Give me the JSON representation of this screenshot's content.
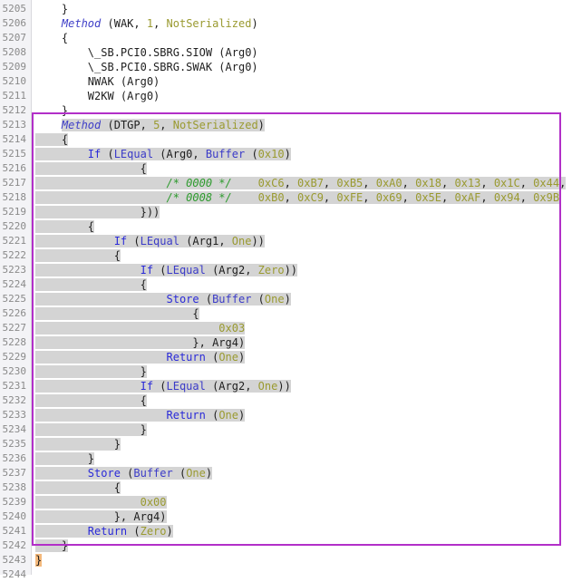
{
  "lines": [
    {
      "n": "5205",
      "tokens": [
        {
          "t": "    }",
          "c": "p"
        }
      ]
    },
    {
      "n": "5206",
      "tokens": [
        {
          "t": "    ",
          "c": "p"
        },
        {
          "t": "Method",
          "c": "m"
        },
        {
          "t": " (WAK, ",
          "c": "p"
        },
        {
          "t": "1",
          "c": "n"
        },
        {
          "t": ", ",
          "c": "p"
        },
        {
          "t": "NotSerialized",
          "c": "n"
        },
        {
          "t": ")",
          "c": "p"
        }
      ]
    },
    {
      "n": "5207",
      "tokens": [
        {
          "t": "    {",
          "c": "p"
        }
      ]
    },
    {
      "n": "5208",
      "tokens": [
        {
          "t": "        \\_SB.PCI0.SBRG.SIOW (Arg0)",
          "c": "p"
        }
      ]
    },
    {
      "n": "5209",
      "tokens": [
        {
          "t": "        \\_SB.PCI0.SBRG.SWAK (Arg0)",
          "c": "p"
        }
      ]
    },
    {
      "n": "5210",
      "tokens": [
        {
          "t": "        NWAK (Arg0)",
          "c": "p"
        }
      ]
    },
    {
      "n": "5211",
      "tokens": [
        {
          "t": "        W2KW (Arg0)",
          "c": "p"
        }
      ]
    },
    {
      "n": "5212",
      "tokens": [
        {
          "t": "    }",
          "c": "p"
        }
      ]
    },
    {
      "n": "5213",
      "tokens": [
        {
          "t": "    ",
          "c": "p"
        },
        {
          "t": "Method",
          "c": "m",
          "h": 1
        },
        {
          "t": " (DTGP, ",
          "c": "p",
          "h": 1
        },
        {
          "t": "5",
          "c": "n",
          "h": 1
        },
        {
          "t": ", ",
          "c": "p",
          "h": 1
        },
        {
          "t": "NotSerialized",
          "c": "n",
          "h": 1
        },
        {
          "t": ")",
          "c": "p",
          "h": 1
        }
      ]
    },
    {
      "n": "5214",
      "tokens": [
        {
          "t": "    {",
          "c": "p",
          "h": 1
        }
      ]
    },
    {
      "n": "5215",
      "tokens": [
        {
          "t": "        ",
          "c": "p",
          "h": 1
        },
        {
          "t": "If",
          "c": "k",
          "h": 1
        },
        {
          "t": " (",
          "c": "p",
          "h": 1
        },
        {
          "t": "LEqual",
          "c": "f",
          "h": 1
        },
        {
          "t": " (Arg0, ",
          "c": "p",
          "h": 1
        },
        {
          "t": "Buffer",
          "c": "f",
          "h": 1
        },
        {
          "t": " (",
          "c": "p",
          "h": 1
        },
        {
          "t": "0x10",
          "c": "n",
          "h": 1
        },
        {
          "t": ")",
          "c": "p",
          "h": 1
        }
      ]
    },
    {
      "n": "5216",
      "tokens": [
        {
          "t": "                {",
          "c": "p",
          "h": 1
        }
      ]
    },
    {
      "n": "5217",
      "tokens": [
        {
          "t": "                    ",
          "c": "p",
          "h": 1
        },
        {
          "t": "/* 0000 */",
          "c": "c",
          "h": 1
        },
        {
          "t": "    ",
          "c": "p",
          "h": 1
        },
        {
          "t": "0xC6",
          "c": "n",
          "h": 1
        },
        {
          "t": ", ",
          "c": "p",
          "h": 1
        },
        {
          "t": "0xB7",
          "c": "n",
          "h": 1
        },
        {
          "t": ", ",
          "c": "p",
          "h": 1
        },
        {
          "t": "0xB5",
          "c": "n",
          "h": 1
        },
        {
          "t": ", ",
          "c": "p",
          "h": 1
        },
        {
          "t": "0xA0",
          "c": "n",
          "h": 1
        },
        {
          "t": ", ",
          "c": "p",
          "h": 1
        },
        {
          "t": "0x18",
          "c": "n",
          "h": 1
        },
        {
          "t": ", ",
          "c": "p",
          "h": 1
        },
        {
          "t": "0x13",
          "c": "n",
          "h": 1
        },
        {
          "t": ", ",
          "c": "p",
          "h": 1
        },
        {
          "t": "0x1C",
          "c": "n",
          "h": 1
        },
        {
          "t": ", ",
          "c": "p",
          "h": 1
        },
        {
          "t": "0x44",
          "c": "n",
          "h": 1
        },
        {
          "t": ",",
          "c": "p",
          "h": 1
        }
      ]
    },
    {
      "n": "5218",
      "tokens": [
        {
          "t": "                    ",
          "c": "p",
          "h": 1
        },
        {
          "t": "/* 0008 */",
          "c": "c",
          "h": 1
        },
        {
          "t": "    ",
          "c": "p",
          "h": 1
        },
        {
          "t": "0xB0",
          "c": "n",
          "h": 1
        },
        {
          "t": ", ",
          "c": "p",
          "h": 1
        },
        {
          "t": "0xC9",
          "c": "n",
          "h": 1
        },
        {
          "t": ", ",
          "c": "p",
          "h": 1
        },
        {
          "t": "0xFE",
          "c": "n",
          "h": 1
        },
        {
          "t": ", ",
          "c": "p",
          "h": 1
        },
        {
          "t": "0x69",
          "c": "n",
          "h": 1
        },
        {
          "t": ", ",
          "c": "p",
          "h": 1
        },
        {
          "t": "0x5E",
          "c": "n",
          "h": 1
        },
        {
          "t": ", ",
          "c": "p",
          "h": 1
        },
        {
          "t": "0xAF",
          "c": "n",
          "h": 1
        },
        {
          "t": ", ",
          "c": "p",
          "h": 1
        },
        {
          "t": "0x94",
          "c": "n",
          "h": 1
        },
        {
          "t": ", ",
          "c": "p",
          "h": 1
        },
        {
          "t": "0x9B",
          "c": "n",
          "h": 1
        }
      ]
    },
    {
      "n": "5219",
      "tokens": [
        {
          "t": "                }))",
          "c": "p",
          "h": 1
        }
      ]
    },
    {
      "n": "5220",
      "tokens": [
        {
          "t": "        {",
          "c": "p",
          "h": 1
        }
      ]
    },
    {
      "n": "5221",
      "tokens": [
        {
          "t": "            ",
          "c": "p",
          "h": 1
        },
        {
          "t": "If",
          "c": "k",
          "h": 1
        },
        {
          "t": " (",
          "c": "p",
          "h": 1
        },
        {
          "t": "LEqual",
          "c": "f",
          "h": 1
        },
        {
          "t": " (Arg1, ",
          "c": "p",
          "h": 1
        },
        {
          "t": "One",
          "c": "n",
          "h": 1
        },
        {
          "t": "))",
          "c": "p",
          "h": 1
        }
      ]
    },
    {
      "n": "5222",
      "tokens": [
        {
          "t": "            {",
          "c": "p",
          "h": 1
        }
      ]
    },
    {
      "n": "5223",
      "tokens": [
        {
          "t": "                ",
          "c": "p",
          "h": 1
        },
        {
          "t": "If",
          "c": "k",
          "h": 1
        },
        {
          "t": " (",
          "c": "p",
          "h": 1
        },
        {
          "t": "LEqual",
          "c": "f",
          "h": 1
        },
        {
          "t": " (Arg2, ",
          "c": "p",
          "h": 1
        },
        {
          "t": "Zero",
          "c": "n",
          "h": 1
        },
        {
          "t": "))",
          "c": "p",
          "h": 1
        }
      ]
    },
    {
      "n": "5224",
      "tokens": [
        {
          "t": "                {",
          "c": "p",
          "h": 1
        }
      ]
    },
    {
      "n": "5225",
      "tokens": [
        {
          "t": "                    ",
          "c": "p",
          "h": 1
        },
        {
          "t": "Store",
          "c": "k",
          "h": 1
        },
        {
          "t": " (",
          "c": "p",
          "h": 1
        },
        {
          "t": "Buffer",
          "c": "f",
          "h": 1
        },
        {
          "t": " (",
          "c": "p",
          "h": 1
        },
        {
          "t": "One",
          "c": "n",
          "h": 1
        },
        {
          "t": ")",
          "c": "p",
          "h": 1
        }
      ]
    },
    {
      "n": "5226",
      "tokens": [
        {
          "t": "                        {",
          "c": "p",
          "h": 1
        }
      ]
    },
    {
      "n": "5227",
      "tokens": [
        {
          "t": "                            ",
          "c": "p",
          "h": 1
        },
        {
          "t": "0x03",
          "c": "n",
          "h": 1
        }
      ]
    },
    {
      "n": "5228",
      "tokens": [
        {
          "t": "                        }, Arg4)",
          "c": "p",
          "h": 1
        }
      ]
    },
    {
      "n": "5229",
      "tokens": [
        {
          "t": "                    ",
          "c": "p",
          "h": 1
        },
        {
          "t": "Return",
          "c": "k",
          "h": 1
        },
        {
          "t": " (",
          "c": "p",
          "h": 1
        },
        {
          "t": "One",
          "c": "n",
          "h": 1
        },
        {
          "t": ")",
          "c": "p",
          "h": 1
        }
      ]
    },
    {
      "n": "5230",
      "tokens": [
        {
          "t": "                }",
          "c": "p",
          "h": 1
        }
      ]
    },
    {
      "n": "5231",
      "tokens": [
        {
          "t": "                ",
          "c": "p",
          "h": 1
        },
        {
          "t": "If",
          "c": "k",
          "h": 1
        },
        {
          "t": " (",
          "c": "p",
          "h": 1
        },
        {
          "t": "LEqual",
          "c": "f",
          "h": 1
        },
        {
          "t": " (Arg2, ",
          "c": "p",
          "h": 1
        },
        {
          "t": "One",
          "c": "n",
          "h": 1
        },
        {
          "t": "))",
          "c": "p",
          "h": 1
        }
      ]
    },
    {
      "n": "5232",
      "tokens": [
        {
          "t": "                {",
          "c": "p",
          "h": 1
        }
      ]
    },
    {
      "n": "5233",
      "tokens": [
        {
          "t": "                    ",
          "c": "p",
          "h": 1
        },
        {
          "t": "Return",
          "c": "k",
          "h": 1
        },
        {
          "t": " (",
          "c": "p",
          "h": 1
        },
        {
          "t": "One",
          "c": "n",
          "h": 1
        },
        {
          "t": ")",
          "c": "p",
          "h": 1
        }
      ]
    },
    {
      "n": "5234",
      "tokens": [
        {
          "t": "                }",
          "c": "p",
          "h": 1
        }
      ]
    },
    {
      "n": "5235",
      "tokens": [
        {
          "t": "            }",
          "c": "p",
          "h": 1
        }
      ]
    },
    {
      "n": "5236",
      "tokens": [
        {
          "t": "        }",
          "c": "p",
          "h": 1
        }
      ]
    },
    {
      "n": "5237",
      "tokens": [
        {
          "t": "        ",
          "c": "p",
          "h": 1
        },
        {
          "t": "Store",
          "c": "k",
          "h": 1
        },
        {
          "t": " (",
          "c": "p",
          "h": 1
        },
        {
          "t": "Buffer",
          "c": "f",
          "h": 1
        },
        {
          "t": " (",
          "c": "p",
          "h": 1
        },
        {
          "t": "One",
          "c": "n",
          "h": 1
        },
        {
          "t": ")",
          "c": "p",
          "h": 1
        }
      ]
    },
    {
      "n": "5238",
      "tokens": [
        {
          "t": "            {",
          "c": "p",
          "h": 1
        }
      ]
    },
    {
      "n": "5239",
      "tokens": [
        {
          "t": "                ",
          "c": "p",
          "h": 1
        },
        {
          "t": "0x00",
          "c": "n",
          "h": 1
        }
      ]
    },
    {
      "n": "5240",
      "tokens": [
        {
          "t": "            }, Arg4)",
          "c": "p",
          "h": 1
        }
      ]
    },
    {
      "n": "5241",
      "tokens": [
        {
          "t": "        ",
          "c": "p",
          "h": 1
        },
        {
          "t": "Return",
          "c": "k",
          "h": 1
        },
        {
          "t": " (",
          "c": "p",
          "h": 1
        },
        {
          "t": "Zero",
          "c": "n",
          "h": 1
        },
        {
          "t": ")",
          "c": "p",
          "h": 1
        }
      ]
    },
    {
      "n": "5242",
      "tokens": [
        {
          "t": "    }",
          "c": "p",
          "h": 1
        }
      ]
    },
    {
      "n": "5243",
      "tokens": [
        {
          "t": "}",
          "c": "p",
          "b": 1
        }
      ]
    },
    {
      "n": "5244",
      "tokens": []
    }
  ],
  "colors": {
    "selection_outline": "#b22fc8",
    "highlight_bg": "#d4d4d4",
    "brace_match": "#f4b97c",
    "method": "#4040c8",
    "keyword": "#2a2ad8",
    "number": "#9a9a30",
    "comment": "#2c9a2c"
  }
}
